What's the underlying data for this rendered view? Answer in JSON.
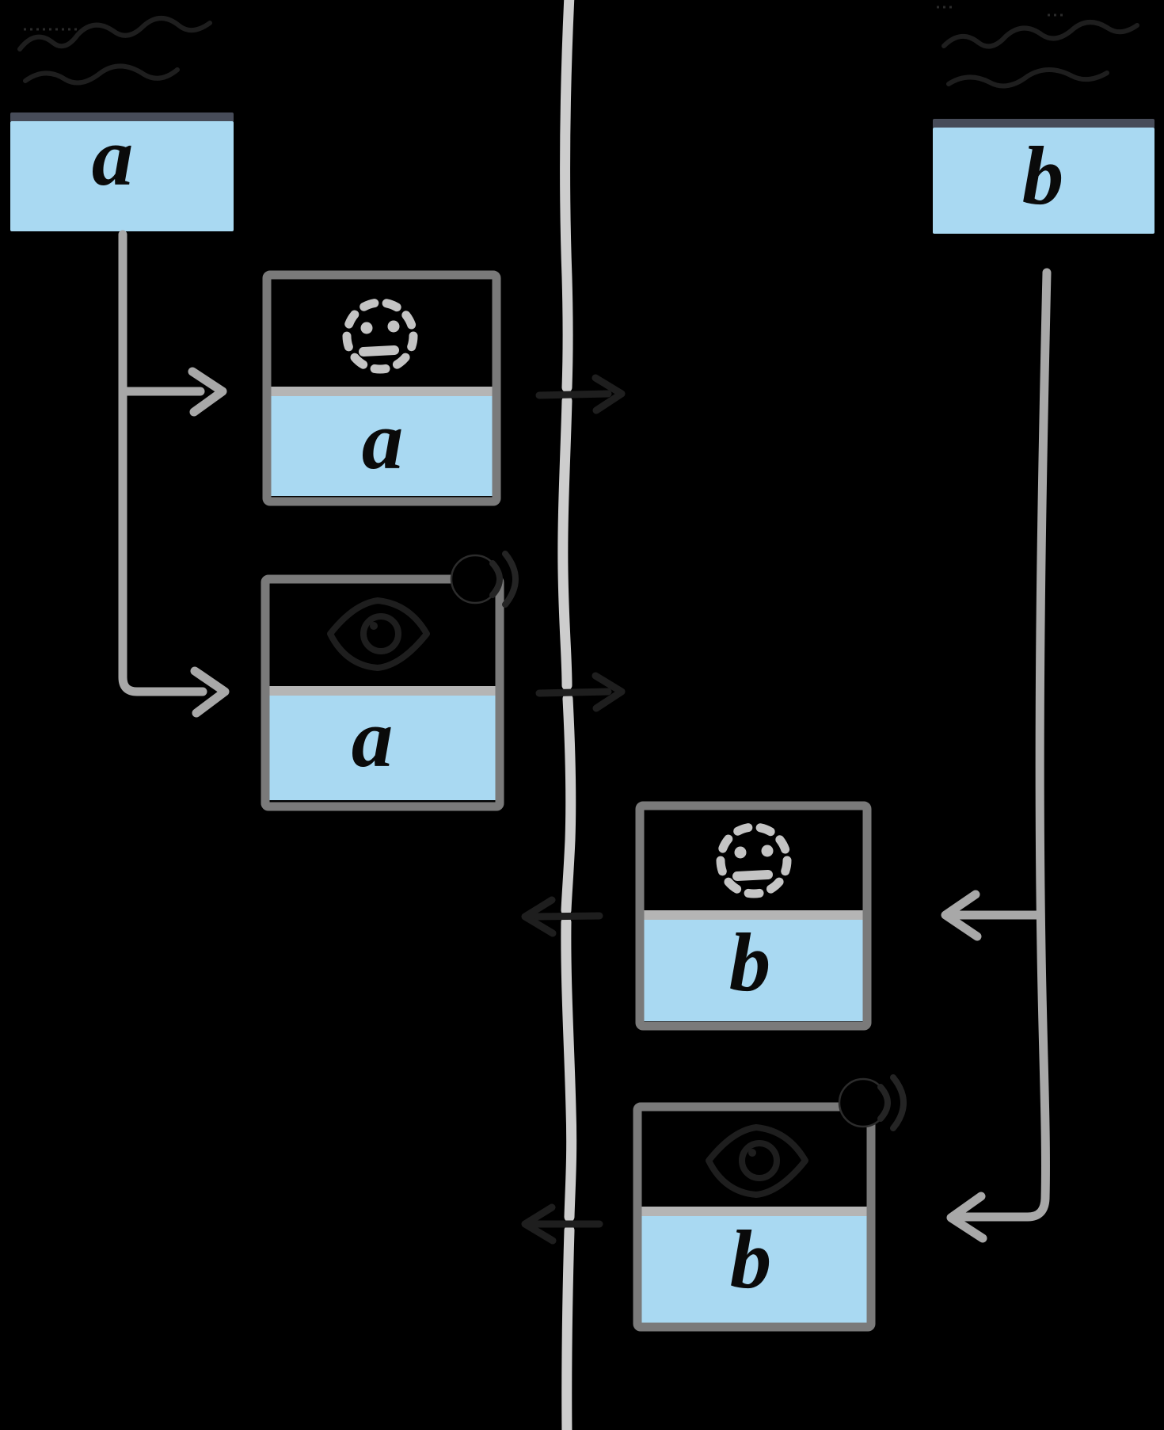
{
  "colors": {
    "background": "#000000",
    "page-fill": "#a9d9f2",
    "page-header": "#474c59",
    "box-border": "#7a7a7a",
    "divider": "#b5b5b5",
    "icon-gray": "#c4c4c4",
    "connector": "#a8a8a8",
    "timeline": "#cdcdcd",
    "letter": "#0a0a0a",
    "hidden-ink": "#1e1e1e"
  },
  "left": {
    "page": {
      "letter": "a"
    },
    "snapshots": [
      {
        "letter": "a",
        "state_icon": "dashed-sleeping-face-icon"
      },
      {
        "letter": "a",
        "state_icon": "eye-icon",
        "audio_icon": "speaker-icon"
      }
    ]
  },
  "right": {
    "page": {
      "letter": "b"
    },
    "snapshots": [
      {
        "letter": "b",
        "state_icon": "dashed-sleeping-face-icon"
      },
      {
        "letter": "b",
        "state_icon": "eye-icon",
        "audio_icon": "speaker-icon"
      }
    ]
  },
  "timeline": {
    "tick_count": 4
  }
}
